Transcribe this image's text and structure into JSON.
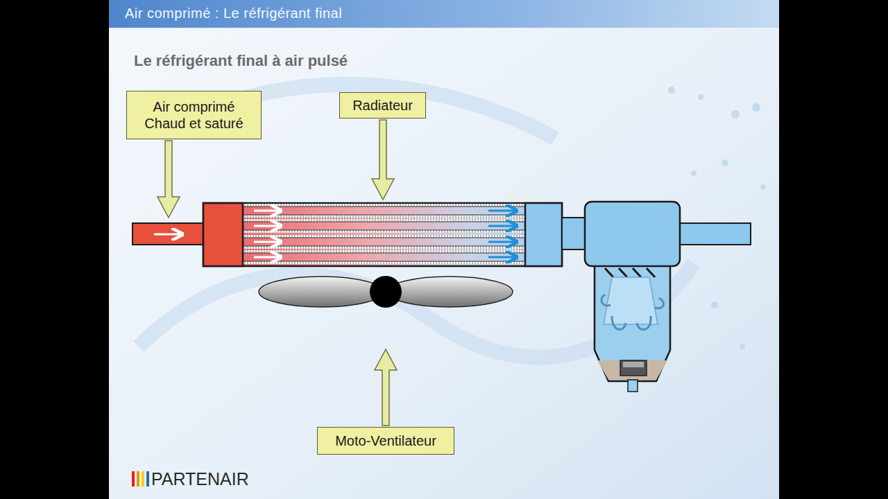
{
  "diagram": {
    "title": "Air comprimé : Le réfrigérant final",
    "nodes": [
      {
        "text": [
          "Air comprimé Chaud et saturé"
        ]
      },
      {
        "text": [
          "Radiateur"
        ]
      },
      {
        "text": [
          "Moto-Ventilateur"
        ]
      }
    ],
    "labels": [
      "Le réfrigérant final à air pulsé",
      "PARTENAIR"
    ]
  }
}
